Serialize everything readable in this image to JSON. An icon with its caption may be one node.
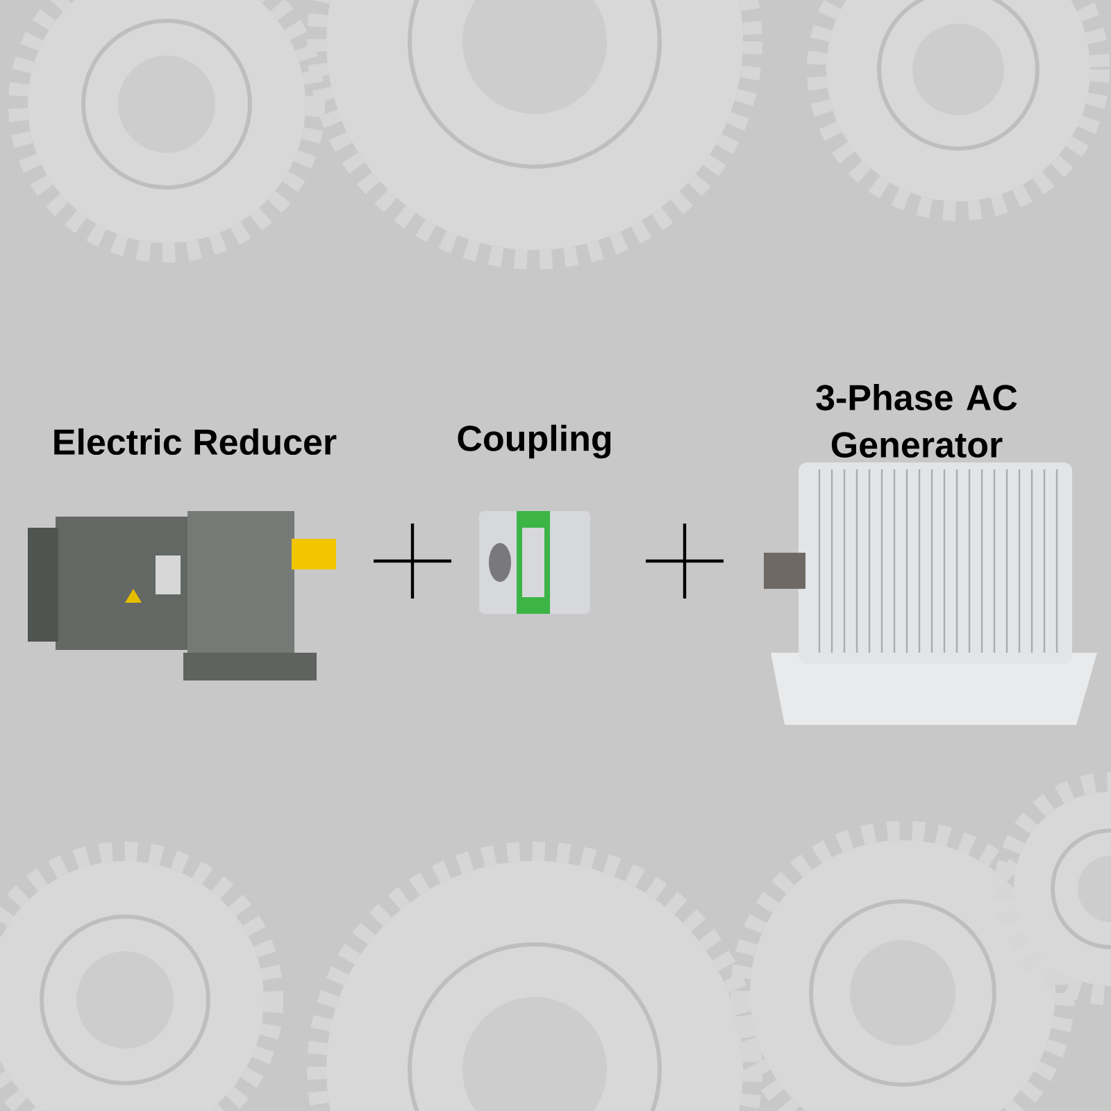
{
  "diagram": {
    "nodes": [
      {
        "text": [
          "Electric Reducer"
        ]
      },
      {
        "text": [
          "Coupling"
        ]
      },
      {
        "text": [
          "3-Phase AC Generator"
        ]
      }
    ]
  }
}
